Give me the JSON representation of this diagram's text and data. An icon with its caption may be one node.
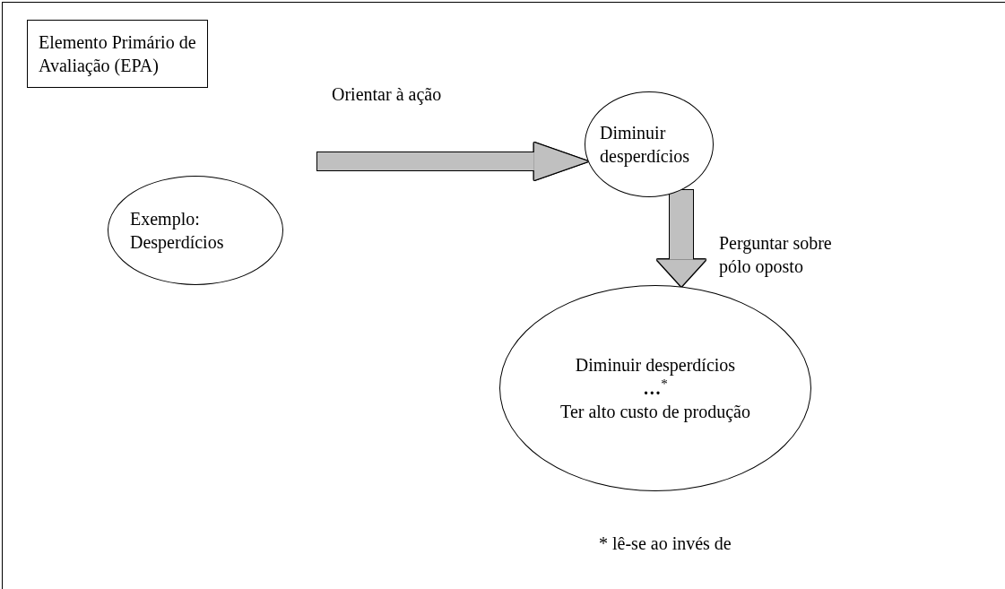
{
  "diagram": {
    "nodes": [
      {
        "text": [
          "Elemento Primário de Avaliação (EPA)"
        ]
      },
      {
        "text": [
          "Exemplo: Desperdícios"
        ]
      },
      {
        "text": [
          "Diminuir desperdícios"
        ]
      },
      {
        "text": [
          "Diminuir desperdícios",
          "**…**$^{*}$",
          "Ter alto custo de produção"
        ]
      }
    ],
    "edges": [
      {
        "from": null,
        "to": 2,
        "arrow": "to",
        "label": "Orientar à ação"
      },
      {
        "from": 2,
        "to": 3,
        "arrow": "to",
        "label": "Perguntar sobre pólo oposto"
      }
    ],
    "labels": [
      "* lê-se ao invés de"
    ]
  }
}
